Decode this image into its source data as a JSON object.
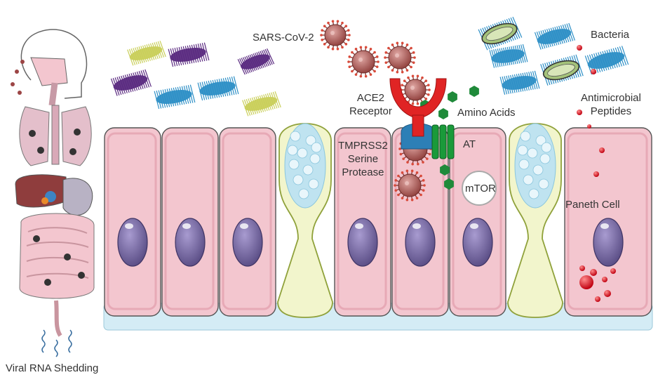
{
  "labels": {
    "sars_cov_2": "SARS-CoV-2",
    "bacteria": "Bacteria",
    "ace2_line1": "ACE2",
    "ace2_line2": "Receptor",
    "amino_acids": "Amino Acids",
    "antimicrobial_line1": "Antimicrobial",
    "antimicrobial_line2": "Peptides",
    "tmprss2_line1": "TMPRSS2",
    "tmprss2_line2": "Serine",
    "tmprss2_line3": "Protease",
    "at": "AT",
    "mtor": "mTOR",
    "paneth_cell": "Paneth Cell",
    "viral_rna_shedding": "Viral RNA Shedding"
  },
  "colors": {
    "enterocyte": "#f3c6cf",
    "enterocyte_edge": "#555555",
    "nucleus": "#7f72a8",
    "goblet": "#f2f5cc",
    "mucus": "#bfe3f0",
    "basement": "#d4ecf5",
    "virus": "#b24b47",
    "ace2": "#e02424",
    "amino_acid": "#1f8a3a",
    "transporter": "#1a9a3a",
    "peptide": "#e0141e",
    "bacteria_yellow": "#c9cf5a",
    "bacteria_purple": "#5a2a80",
    "bacteria_blue": "#2d8fc6"
  }
}
